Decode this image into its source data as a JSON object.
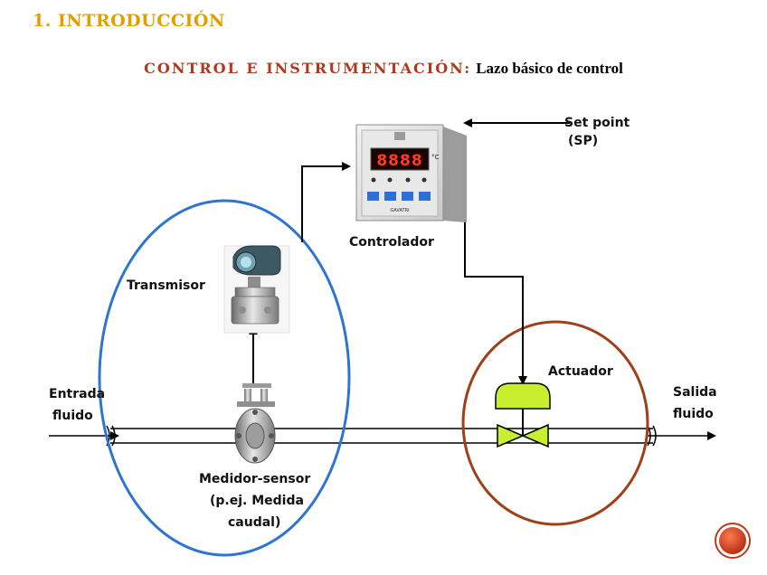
{
  "section_title": "1. INTRODUCCIÓN",
  "subtitle": {
    "red_part": "CONTROL E INSTRUMENTACIÓN:",
    "black_part": "Lazo básico de control"
  },
  "labels": {
    "set_point_line1": "Set point",
    "set_point_line2": "(SP)",
    "controlador": "Controlador",
    "transmisor": "Transmisor",
    "actuador": "Actuador",
    "entrada_line1": "Entrada",
    "entrada_line2": "fluido",
    "salida_line1": "Salida",
    "salida_line2": "fluido",
    "medidor_line1": "Medidor-sensor",
    "medidor_line2": "(p.ej. Medida",
    "medidor_line3": "caudal)"
  },
  "controller_display": {
    "digits": "8888",
    "unit": "°C",
    "brand": "GAVATRI"
  },
  "colors": {
    "title_gold": "#e0a000",
    "subtitle_red": "#b03a1e",
    "sensor_circle": "#2e75d0",
    "actuator_circle": "#a0401a",
    "valve_fill": "#c8ee30",
    "nav_orb": "#c0391b"
  },
  "icons": [
    "controller-icon",
    "transmitter-icon",
    "flow-sensor-icon",
    "control-valve-icon",
    "nav-orb-icon"
  ]
}
